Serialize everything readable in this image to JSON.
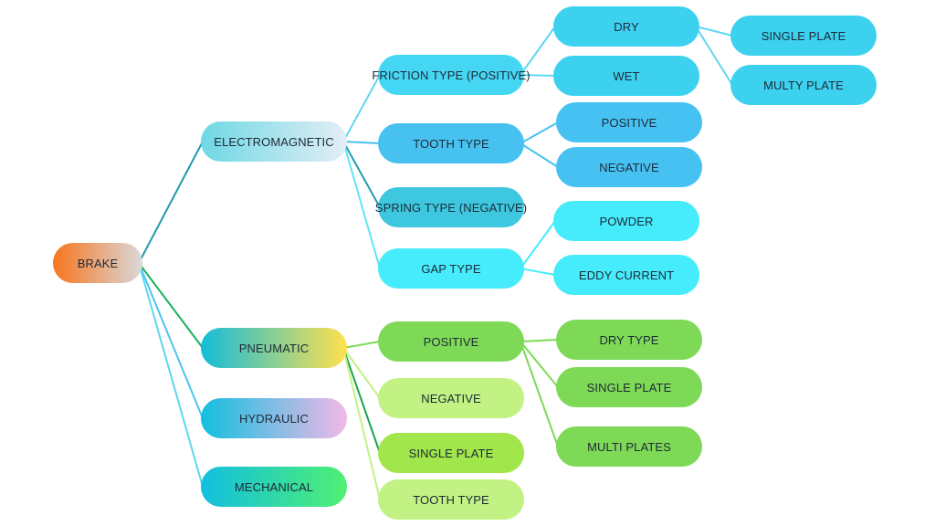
{
  "nodes": [
    {
      "id": "brake",
      "label": "BRAKE",
      "bg": "linear-gradient(90deg,#f7751f,#d9d9d9)"
    },
    {
      "id": "electromagnetic",
      "label": "ELECTROMAGNETIC",
      "bg": "linear-gradient(90deg,#6ed8e4,#e3eef7)"
    },
    {
      "id": "pneumatic",
      "label": "PNEUMATIC",
      "bg": "linear-gradient(90deg,#14bcd9,#ffe14d)"
    },
    {
      "id": "hydraulic",
      "label": "HYDRAULIC",
      "bg": "linear-gradient(90deg,#12bfe0,#f2b9e7)"
    },
    {
      "id": "mechanical",
      "label": "MECHANICAL",
      "bg": "linear-gradient(90deg,#12bfe0,#4ff072)"
    },
    {
      "id": "friction_type",
      "label": "FRICTION TYPE (POSITIVE)",
      "bg": "#45d6f4"
    },
    {
      "id": "tooth_type_em",
      "label": "TOOTH TYPE",
      "bg": "#47c2f0"
    },
    {
      "id": "spring_type",
      "label": "SPRING TYPE (NEGATIVE)",
      "bg": "#3dc8e0"
    },
    {
      "id": "gap_type",
      "label": "GAP TYPE",
      "bg": "#46ecfb"
    },
    {
      "id": "dry",
      "label": "DRY",
      "bg": "#3dd1f0"
    },
    {
      "id": "wet",
      "label": "WET",
      "bg": "#3dd1f0"
    },
    {
      "id": "single_plate_em",
      "label": "SINGLE PLATE",
      "bg": "#3dd1f0"
    },
    {
      "id": "multy_plate",
      "label": "MULTY PLATE",
      "bg": "#3dd1f0"
    },
    {
      "id": "positive_em",
      "label": "POSITIVE",
      "bg": "#45c1f2"
    },
    {
      "id": "negative_em",
      "label": "NEGATIVE",
      "bg": "#45c1f2"
    },
    {
      "id": "powder",
      "label": "POWDER",
      "bg": "#46ecfb"
    },
    {
      "id": "eddy_current",
      "label": "EDDY CURRENT",
      "bg": "#46ecfb"
    },
    {
      "id": "positive_pn",
      "label": "POSITIVE",
      "bg": "#7ed957"
    },
    {
      "id": "negative_pn",
      "label": "NEGATIVE",
      "bg": "#c2f283"
    },
    {
      "id": "single_plate_pn",
      "label": "SINGLE PLATE",
      "bg": "#a1e64a"
    },
    {
      "id": "tooth_type_pn",
      "label": "TOOTH TYPE",
      "bg": "#c2f283"
    },
    {
      "id": "dry_type",
      "label": "DRY TYPE",
      "bg": "#7ed957"
    },
    {
      "id": "single_plate_pos",
      "label": "SINGLE PLATE",
      "bg": "#7ed957"
    },
    {
      "id": "multi_plates",
      "label": "MULTI PLATES",
      "bg": "#7ed957"
    }
  ],
  "edges": [
    {
      "from": "brake",
      "to": "electromagnetic",
      "color": "#1f9bab"
    },
    {
      "from": "brake",
      "to": "pneumatic",
      "color": "#19b35c"
    },
    {
      "from": "brake",
      "to": "hydraulic",
      "color": "#4cc4ef"
    },
    {
      "from": "brake",
      "to": "mechanical",
      "color": "#5cd8ee"
    },
    {
      "from": "electromagnetic",
      "to": "friction_type",
      "color": "#5fd6f3"
    },
    {
      "from": "electromagnetic",
      "to": "tooth_type_em",
      "color": "#47c2f0"
    },
    {
      "from": "electromagnetic",
      "to": "spring_type",
      "color": "#1f9bab"
    },
    {
      "from": "electromagnetic",
      "to": "gap_type",
      "color": "#5fe6f5"
    },
    {
      "from": "friction_type",
      "to": "dry",
      "color": "#5fd6f3"
    },
    {
      "from": "friction_type",
      "to": "wet",
      "color": "#5fd6f3"
    },
    {
      "from": "dry",
      "to": "single_plate_em",
      "color": "#5fd6f3"
    },
    {
      "from": "dry",
      "to": "multy_plate",
      "color": "#5fd6f3"
    },
    {
      "from": "tooth_type_em",
      "to": "positive_em",
      "color": "#47c2f0"
    },
    {
      "from": "tooth_type_em",
      "to": "negative_em",
      "color": "#47c2f0"
    },
    {
      "from": "gap_type",
      "to": "powder",
      "color": "#46ecfb"
    },
    {
      "from": "gap_type",
      "to": "eddy_current",
      "color": "#46ecfb"
    },
    {
      "from": "pneumatic",
      "to": "positive_pn",
      "color": "#7ed957"
    },
    {
      "from": "pneumatic",
      "to": "negative_pn",
      "color": "#c2f283"
    },
    {
      "from": "pneumatic",
      "to": "single_plate_pn",
      "color": "#19a34a"
    },
    {
      "from": "pneumatic",
      "to": "tooth_type_pn",
      "color": "#c2f283"
    },
    {
      "from": "positive_pn",
      "to": "dry_type",
      "color": "#7ed957"
    },
    {
      "from": "positive_pn",
      "to": "single_plate_pos",
      "color": "#7ed957"
    },
    {
      "from": "positive_pn",
      "to": "multi_plates",
      "color": "#7ed957"
    }
  ]
}
